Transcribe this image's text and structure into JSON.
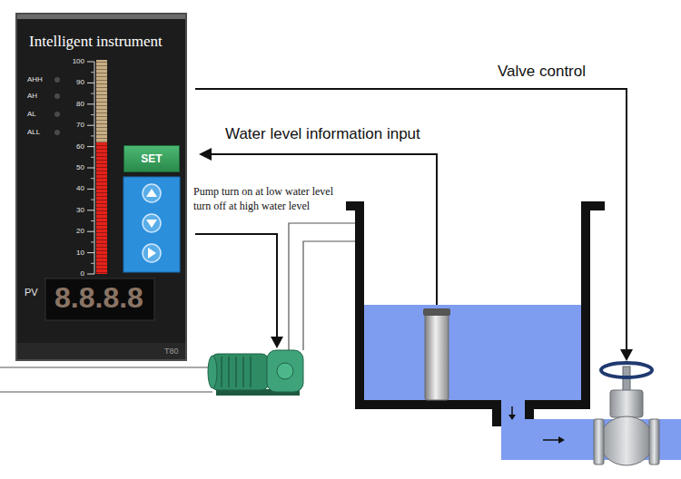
{
  "diagram": {
    "nodes": [
      {
        "text": [
          "Intelligent instrument"
        ]
      },
      {
        "text": [
          "SET"
        ],
        "in": 0
      }
    ],
    "labels": [
      "Valve control",
      "Water level information input",
      "Pump turn on at low water level turn off at high water level",
      "AHH",
      "AH",
      "AL",
      "ALL",
      "100",
      "90",
      "80",
      "70",
      "60",
      "50",
      "40",
      "30",
      "20",
      "10",
      "0",
      "PV",
      "8.8.8.8",
      "T80"
    ]
  }
}
